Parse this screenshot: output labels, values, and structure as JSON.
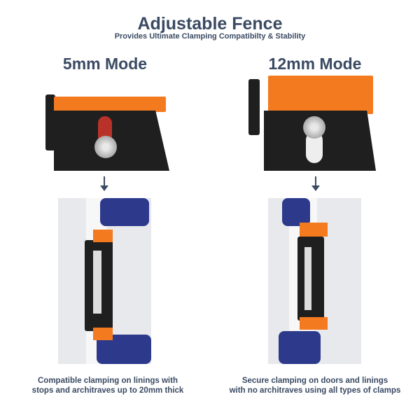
{
  "header": {
    "title": "Adjustable Fence",
    "subtitle": "Provides Ultimate Clamping Compatibilty & Stability"
  },
  "panels": [
    {
      "mode": "5mm Mode",
      "caption_line1": "Compatible clamping on linings with",
      "caption_line2": "stops and architraves up to 20mm thick"
    },
    {
      "mode": "12mm Mode",
      "caption_line1": "Secure clamping on doors and linings",
      "caption_line2": "with no architraves using all types of clamps"
    }
  ],
  "colors": {
    "text": "#3a4a63",
    "accent": "#f47a20",
    "body": "#1f1f1f",
    "clamp": "#2d3a8c"
  },
  "icons": [
    "arrow-down-icon"
  ]
}
